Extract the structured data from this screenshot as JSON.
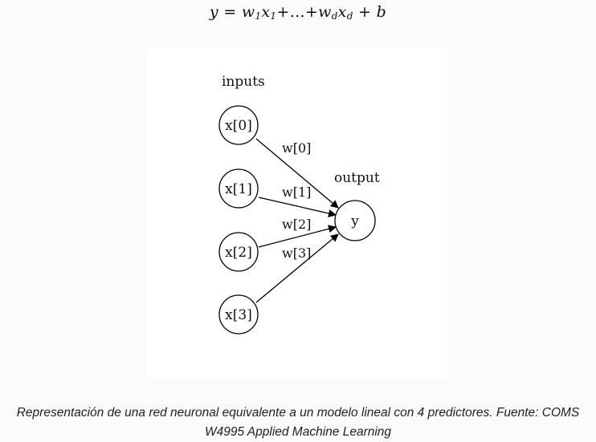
{
  "formula": {
    "y": "y",
    "eq": "=",
    "w1": "w",
    "w1_sub": "1",
    "x1": "x",
    "x1_sub": "1",
    "plus1": "+…+",
    "wd": "w",
    "wd_sub": "d",
    "xd": "x",
    "xd_sub": "d",
    "plus_b": "+",
    "b": "b"
  },
  "diagram": {
    "inputs_label": "inputs",
    "output_label": "output",
    "input_nodes": [
      "x[0]",
      "x[1]",
      "x[2]",
      "x[3]"
    ],
    "output_node": "y",
    "weights": [
      "w[0]",
      "w[1]",
      "w[2]",
      "w[3]"
    ]
  },
  "caption": {
    "line1": "Representación de una red neuronal equivalente a un modelo lineal con 4 predictores. Fuente: COMS",
    "line2": "W4995 Applied Machine Learning"
  }
}
